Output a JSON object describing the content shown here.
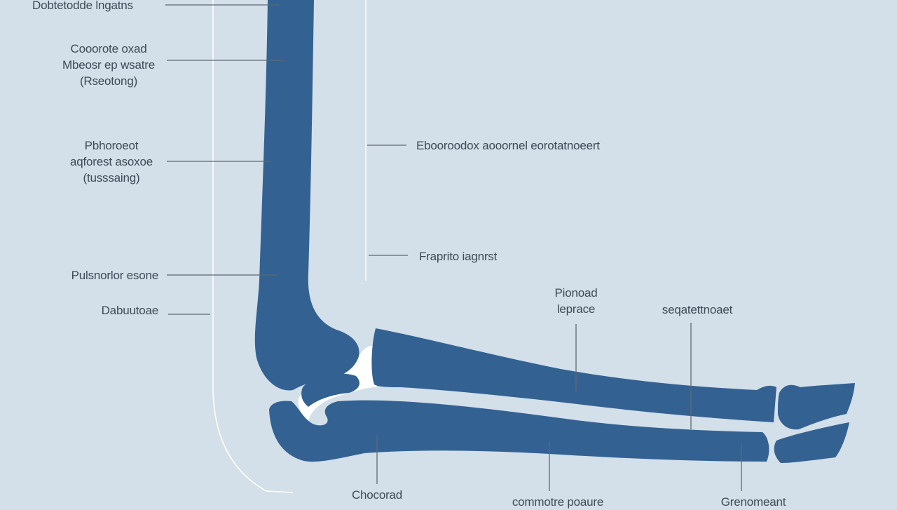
{
  "colors": {
    "background": "#d3dfe9",
    "bone": "#336292",
    "leader": "#5d6873",
    "text": "#3f4a56",
    "outline": "#ffffff"
  },
  "labels": {
    "top_left": "Dobtetodde lngatns",
    "left_1": [
      "Cooorote oxad",
      "Mbeosr ep wsatre",
      "(Rseotong)"
    ],
    "left_2": [
      "Pbhoroeot",
      "aqforest asoxoe",
      "(tusssaing)"
    ],
    "left_3": "Pulsnorlor esone",
    "left_4": "Dabuutoae",
    "mid_1": "Ebooroodox aooornel eorotatnoeert",
    "mid_2": "Fraprito iagnrst",
    "right_1": [
      "Pionoad",
      "leprace"
    ],
    "right_2": "seqatettnoaet",
    "bottom_1": "Chocorad",
    "bottom_2": "commotre poaure",
    "bottom_3": "Grenomeant"
  }
}
